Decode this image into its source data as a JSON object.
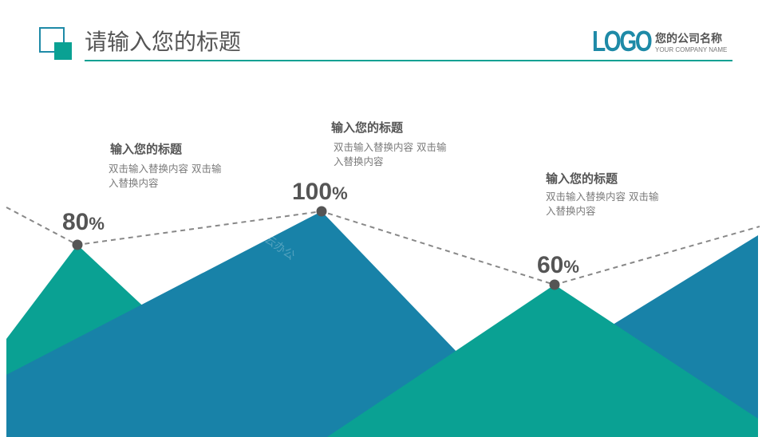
{
  "header": {
    "title": "请输入您的标题",
    "logo": "LOGO",
    "company_name": "您的公司名称",
    "company_sub": "YOUR COMPANY NAME"
  },
  "colors": {
    "teal": "#0aa193",
    "blue": "#1882a8",
    "text": "#555555",
    "dash": "#888888"
  },
  "points": [
    {
      "value": "80",
      "unit": "%",
      "title": "输入您的标题",
      "desc": "双击输入替换内容 双击输入替换内容"
    },
    {
      "value": "100",
      "unit": "%",
      "title": "输入您的标题",
      "desc": "双击输入替换内容 双击输入替换内容"
    },
    {
      "value": "60",
      "unit": "%",
      "title": "输入您的标题",
      "desc": "双击输入替换内容 双击输入替换内容"
    }
  ],
  "watermark": "云办公"
}
